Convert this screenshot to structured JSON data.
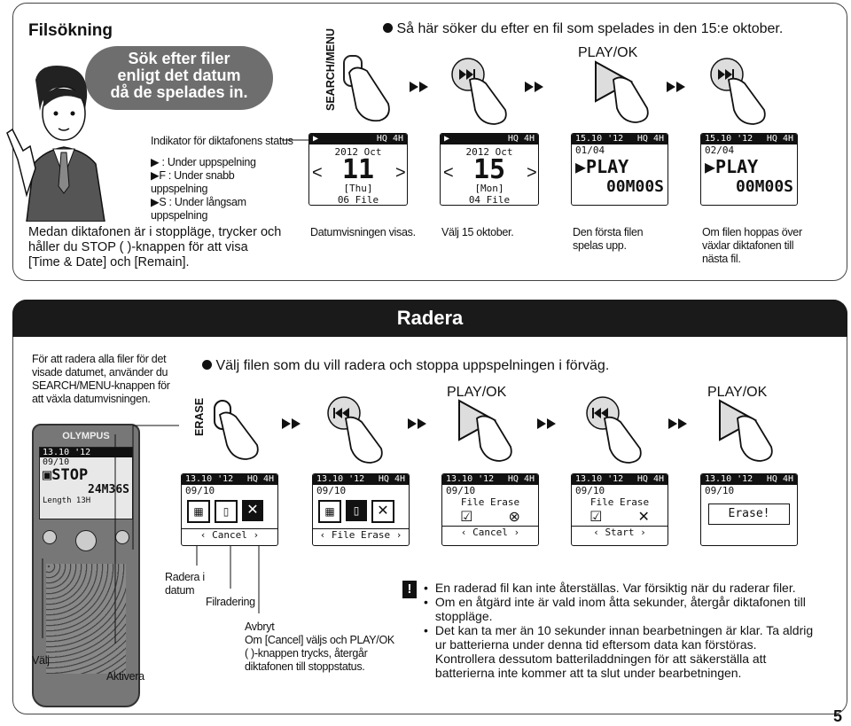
{
  "search": {
    "title": "Filsökning",
    "bubble": [
      "Sök efter filer",
      "enligt det datum",
      "då de spelades in."
    ],
    "button_label": "SEARCH/MENU",
    "intro": "Så här söker du efter en fil som spelades in den 15:e oktober.",
    "play_ok": "PLAY/OK",
    "indicator_title": "Indikator för diktafonens status",
    "indicators": [
      ": Under uppspelning",
      "F : Under snabb uppspelning",
      "S : Under långsam uppspelning"
    ],
    "main_text": [
      "Medan diktafonen är i stoppläge, trycker och",
      "håller du STOP (  )-knappen för att visa",
      "[Time & Date] och [Remain]."
    ],
    "screens": [
      {
        "top": "2012 Oct",
        "big": "11",
        "day": "[Thu]",
        "file": "06 File"
      },
      {
        "top": "2012 Oct",
        "big": "15",
        "day": "[Mon]",
        "file": "04 File"
      },
      {
        "date": "15.10 '12",
        "count": "01/04",
        "mode": "PLAY",
        "time": "00M00S"
      },
      {
        "date": "15.10 '12",
        "count": "02/04",
        "mode": "PLAY",
        "time": "00M00S"
      }
    ],
    "captions": [
      "Datumvisningen visas.",
      "Välj 15 oktober.",
      "Den första filen spelas upp.",
      "Om filen hoppas över växlar diktafonen till nästa fil."
    ],
    "status_label": "HQ 4H"
  },
  "erase": {
    "title": "Radera",
    "side_note": [
      "För att radera alla filer för det",
      "visade datumet, använder du",
      "SEARCH/MENU-knappen för",
      "att växla datumvisningen."
    ],
    "button_label": "ERASE",
    "intro": "Välj filen som du vill radera och stoppa uppspelningen i förväg.",
    "play_ok": [
      "PLAY/OK",
      "PLAY/OK"
    ],
    "device": {
      "brand": "OLYMPUS",
      "date": "13.10 '12",
      "count": "09/10",
      "mode": "STOP",
      "time": "24M36S",
      "length": "Length 13H"
    },
    "screens": [
      {
        "date": "13.10 '12",
        "count": "09/10",
        "bottom": "Cancel"
      },
      {
        "date": "13.10 '12",
        "count": "09/10",
        "bottom": "File Erase"
      },
      {
        "date": "13.10 '12",
        "count": "09/10",
        "label": "File Erase",
        "bottom": "Cancel"
      },
      {
        "date": "13.10 '12",
        "count": "09/10",
        "label": "File Erase",
        "bottom": "Start"
      },
      {
        "date": "13.10 '12",
        "count": "09/10",
        "label": "Erase!"
      }
    ],
    "labels": {
      "valj": "Välj",
      "aktivera": "Aktivera",
      "radera_datum": [
        "Radera i",
        "datum"
      ],
      "filradering": "Filradering",
      "avbryt": [
        "Avbryt",
        "Om [Cancel] väljs och PLAY/OK",
        "(  )-knappen trycks, återgår",
        "diktafonen till stoppstatus."
      ]
    },
    "notes": [
      "En raderad fil kan inte återställas. Var försiktig när du raderar filer.",
      "Om en åtgärd inte är vald inom åtta sekunder, återgår diktafonen till stoppläge.",
      "Det kan ta mer än 10 sekunder innan bearbetningen är klar. Ta aldrig ur batterierna under denna tid eftersom data kan förstöras. Kontrollera dessutom batteriladdningen för att säkerställa att batterierna inte kommer att ta slut under bearbetningen."
    ]
  },
  "page_number": "5"
}
